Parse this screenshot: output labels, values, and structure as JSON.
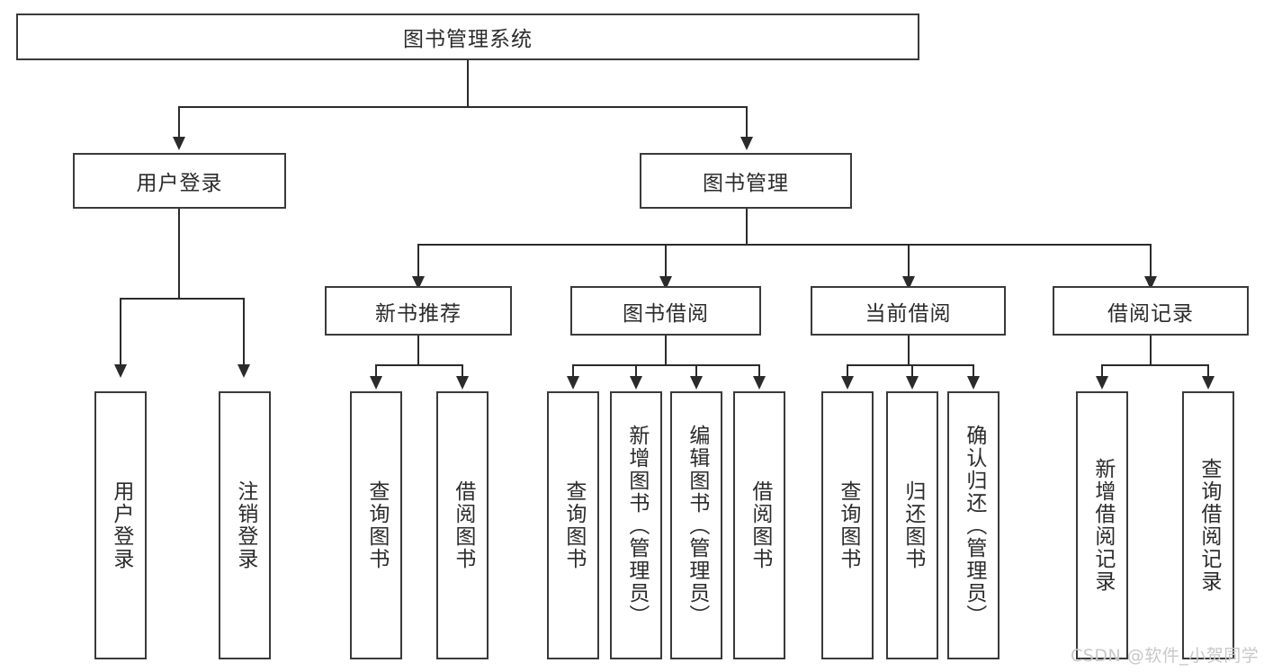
{
  "diagram": {
    "type": "tree",
    "title_node": "图书管理系统",
    "root": {
      "label": "图书管理系统"
    },
    "level1": [
      {
        "label": "用户登录"
      },
      {
        "label": "图书管理"
      }
    ],
    "level2": [
      {
        "label": "新书推荐"
      },
      {
        "label": "图书借阅"
      },
      {
        "label": "当前借阅"
      },
      {
        "label": "借阅记录"
      }
    ],
    "leaves": {
      "user_login": [
        {
          "label": "用户登录"
        },
        {
          "label": "注销登录"
        }
      ],
      "new_book_recommend": [
        {
          "label": "查询图书"
        },
        {
          "label": "借阅图书"
        }
      ],
      "book_borrow": [
        {
          "label": "查询图书"
        },
        {
          "label": "新增图书（管理员）"
        },
        {
          "label": "编辑图书（管理员）"
        },
        {
          "label": "借阅图书"
        }
      ],
      "current_borrow": [
        {
          "label": "查询图书"
        },
        {
          "label": "归还图书"
        },
        {
          "label": "确认归还（管理员）"
        }
      ],
      "borrow_record": [
        {
          "label": "新增借阅记录"
        },
        {
          "label": "查询借阅记录"
        }
      ]
    }
  },
  "watermark": {
    "text": "CSDN @软件_小贺同学"
  },
  "colors": {
    "stroke": "#3a3a3a",
    "line": "#2b2b2b",
    "background": "#ffffff",
    "watermark": "#c8c8c8"
  }
}
